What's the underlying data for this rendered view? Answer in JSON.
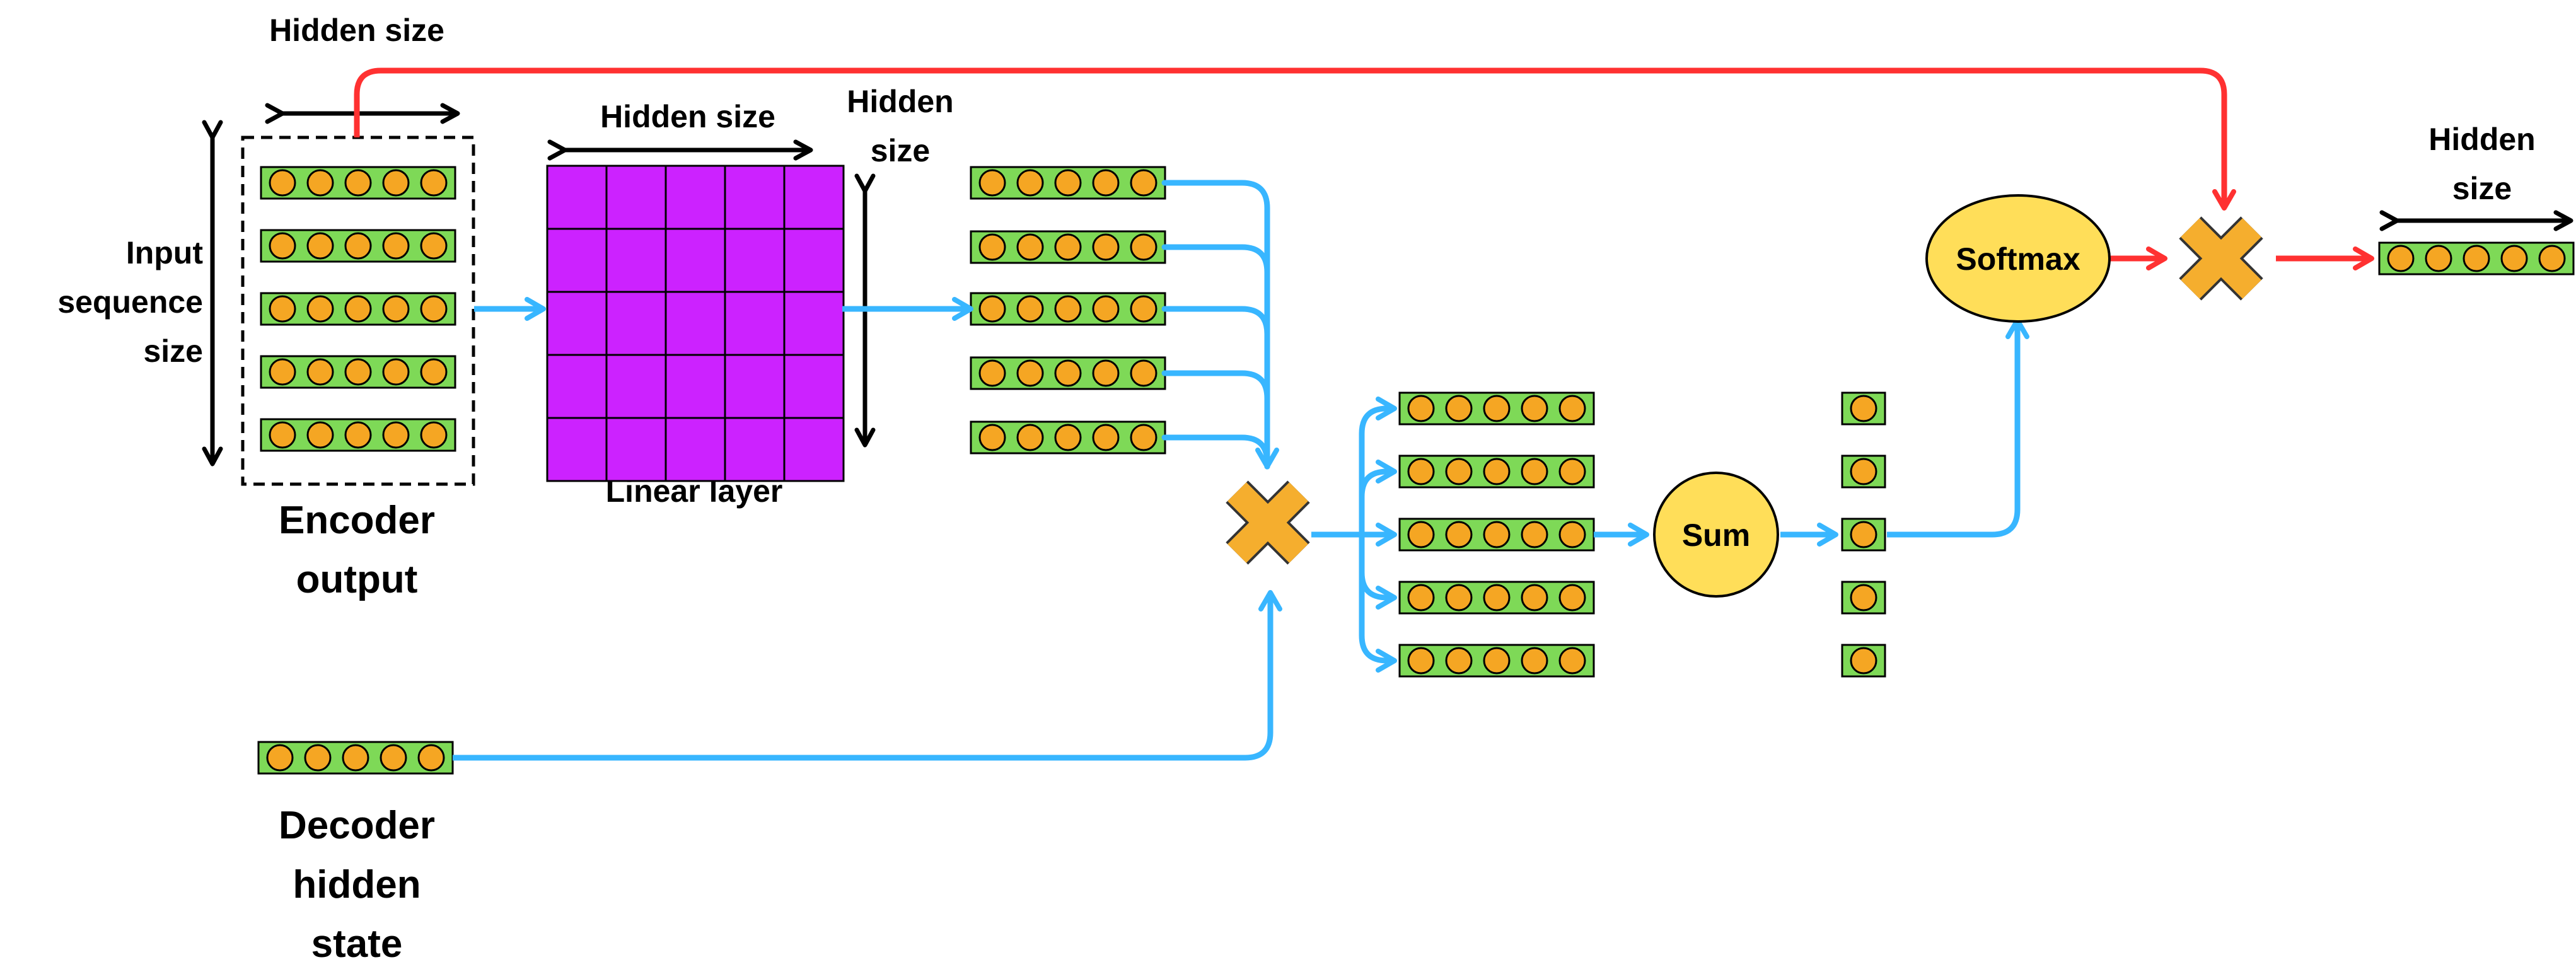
{
  "colors": {
    "vector_fill": "#7ED957",
    "circle_fill": "#F5A623",
    "matrix_fill": "#CC22FF",
    "node_fill": "#FFDE59",
    "cross_fill": "#F5AE2E",
    "blue_arrow": "#38B6FF",
    "red_arrow": "#FF3131",
    "dim_arrow": "#000000"
  },
  "labels": {
    "top_hidden_size": "Hidden size",
    "input_sequence_size": [
      "Input",
      "sequence",
      "size"
    ],
    "encoder_output": [
      "Encoder",
      "output"
    ],
    "linear_hidden_size_top": "Hidden size",
    "linear_hidden_size_side": [
      "Hidden",
      "size"
    ],
    "linear_layer": "Linear layer",
    "decoder_hidden_state": [
      "Decoder",
      "hidden",
      "state"
    ],
    "sum": "Sum",
    "softmax": "Softmax",
    "output_hidden_size": [
      "Hidden",
      "size"
    ]
  },
  "structure": {
    "encoder_rows": 5,
    "vector_length": 5,
    "linear_grid": [
      5,
      5
    ],
    "projected_rows": 5,
    "product_rows": 5,
    "score_count": 5
  }
}
